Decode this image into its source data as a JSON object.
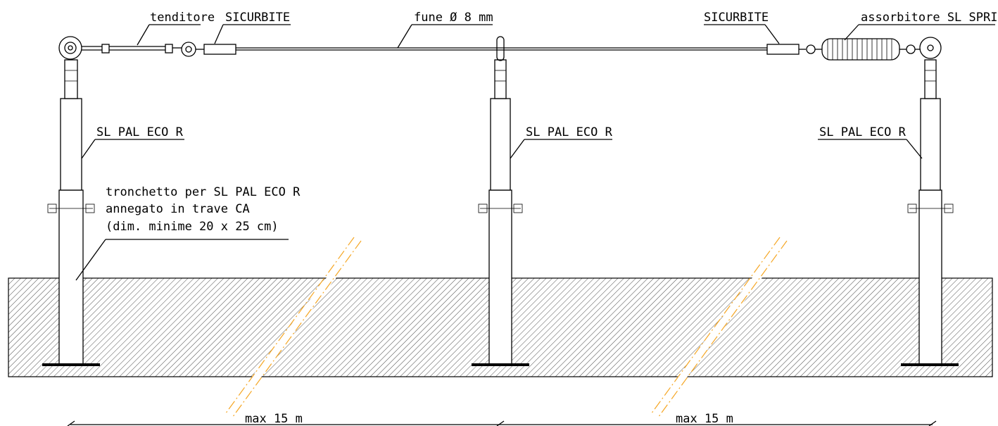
{
  "labels": {
    "tenditore": "tenditore",
    "sicurbite_left": "SICURBITE",
    "fune": "fune Ø 8 mm",
    "sicurbite_right": "SICURBITE",
    "assorbitore": "assorbitore SL SPRING",
    "pal_left": "SL PAL ECO R",
    "pal_mid": "SL PAL ECO R",
    "pal_right": "SL PAL ECO R",
    "tronchetto_line1": "tronchetto per SL PAL ECO R",
    "tronchetto_line2": "annegato in trave CA",
    "tronchetto_line3": "(dim. minime 20 x 25 cm)",
    "span_left": "max 15 m",
    "span_right": "max 15 m"
  },
  "colors": {
    "line": "#000000",
    "break_line": "#f5a623",
    "hatch": "#000000"
  }
}
